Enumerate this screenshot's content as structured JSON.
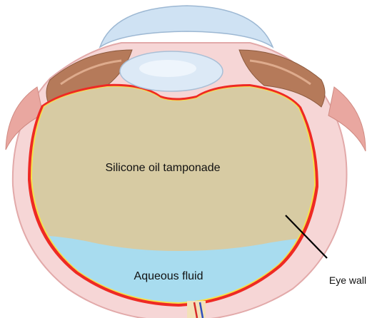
{
  "labels": {
    "oil": "Silicone oil tamponade",
    "fluid": "Aqueous fluid",
    "wall": "Eye wall"
  },
  "colors": {
    "sclera": "#f6d6d6",
    "sclera_stroke": "#e2a9a9",
    "retina_red": "#ee2a24",
    "retina_yellow": "#f7e14a",
    "oil": "#d7cba3",
    "fluid": "#a8dcef",
    "cornea": "#cfe2f3",
    "lens": "#dce9f6",
    "ciliary": "#b57a5a",
    "muscle": "#e9a7a0",
    "label_text": "#111111"
  }
}
